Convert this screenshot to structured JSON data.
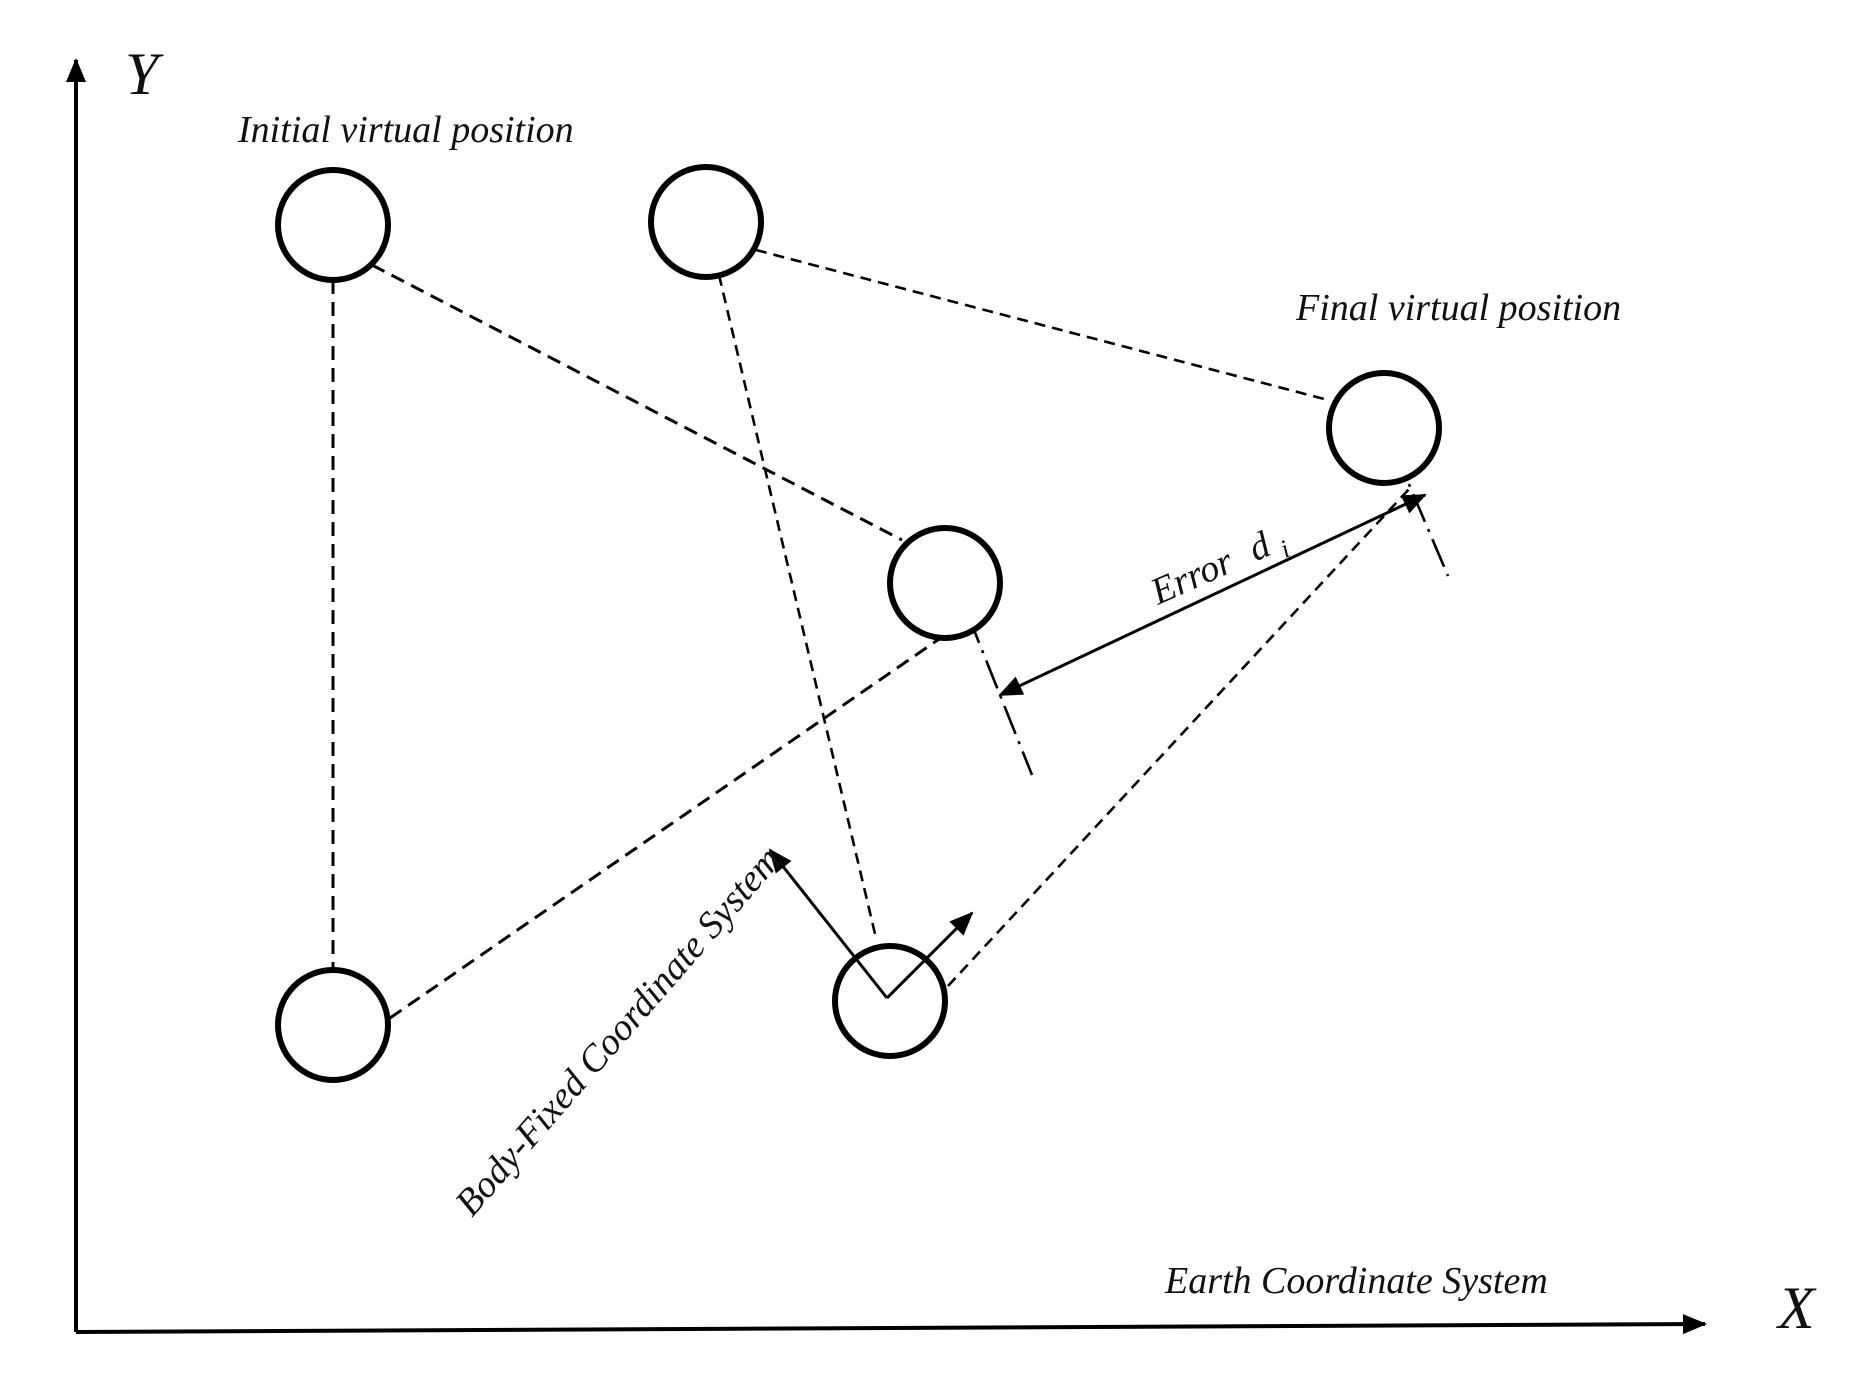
{
  "axes": {
    "y_label": "Y",
    "x_label": "X"
  },
  "labels": {
    "initial": "Initial virtual position",
    "final": "Final virtual position",
    "error_word": "Error",
    "error_var": "d",
    "error_sub": "i",
    "body_fixed": "Body-Fixed  Coordinate System",
    "earth": "Earth  Coordinate System"
  },
  "nodes": [
    {
      "id": "initial-top-left"
    },
    {
      "id": "initial-top-right"
    },
    {
      "id": "final"
    },
    {
      "id": "middle"
    },
    {
      "id": "bottom-left"
    },
    {
      "id": "bottom-center-body-frame"
    }
  ],
  "colors": {
    "stroke": "#000000",
    "background": "#ffffff",
    "text": "#111111"
  }
}
